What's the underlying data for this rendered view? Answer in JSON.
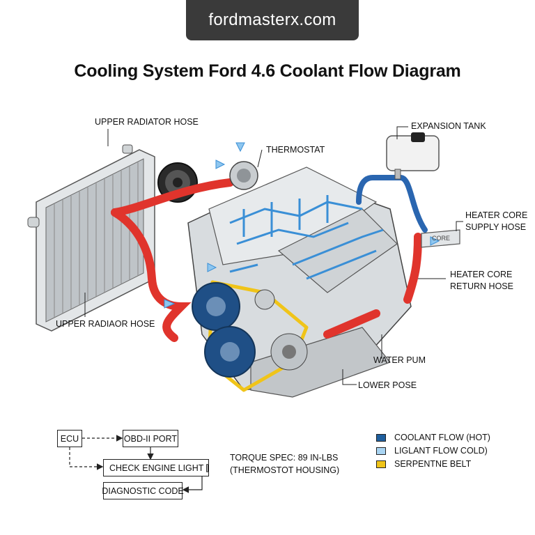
{
  "site": {
    "banner": "fordmasterx.com"
  },
  "title": "Cooling System Ford 4.6 Coolant Flow Diagram",
  "labels": {
    "upper_radiator_hose_top": "UPPER RADIATOR HOSE",
    "thermostat": "THERMOSTAT",
    "expansion_tank": "EXPANSION TANK",
    "heater_core_supply_1": "HEATER CORE",
    "heater_core_supply_2": "SUPPLY HOSE",
    "heater_core_return_1": "HEATER CORE",
    "heater_core_return_2": "RETURN HOSE",
    "upper_radiator_hose_bottom": "UPPER RADIAOR HOSE",
    "water_pump": "WATER PUM",
    "lower_hose": "LOWER POSE",
    "heater_core_box_text": "CORE"
  },
  "flowchart": {
    "ecu": "ECU",
    "obd_port": "OBD-II PORT",
    "check_engine_light": "CHECK ENGINE LIGHT",
    "diagnostic_code": "DIAGNOSTIC CODE"
  },
  "torque": {
    "line1": "TORQUE SPEC: 89 IN-LBS",
    "line2": "(THERMOSTOT HOUSING)"
  },
  "legend": [
    {
      "label": "COOLANT FLOW (HOT)",
      "color": "#1f5f9e"
    },
    {
      "label": "LIGLANT FLOW COLD)",
      "color": "#a9d4f2"
    },
    {
      "label": "SERPENTNE BELT",
      "color": "#f0c419"
    }
  ],
  "colors": {
    "hot_hose": "#e0342c",
    "coolant_line": "#3a8fd6",
    "belt": "#f0c419",
    "pulley": "#1f4f86",
    "metal": "#d8dcdf"
  }
}
